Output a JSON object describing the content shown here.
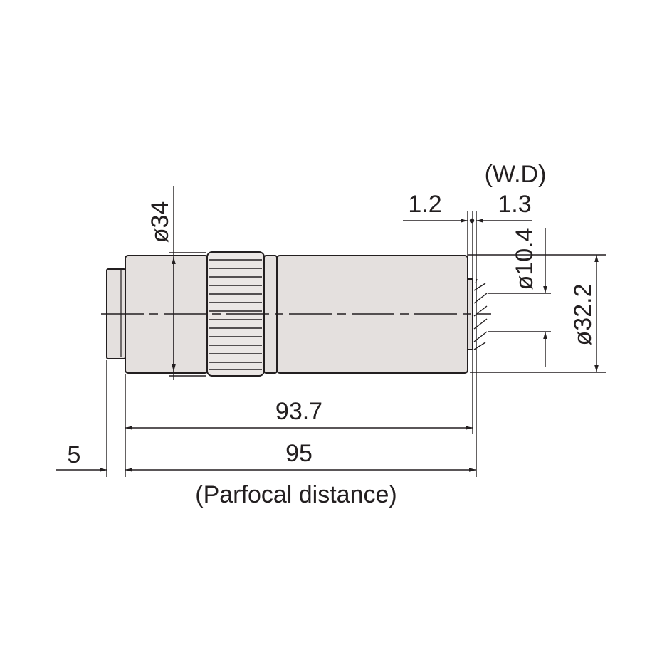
{
  "labels": {
    "dia_34": "ø34",
    "dia_10_4": "ø10.4",
    "dia_32_2": "ø32.2",
    "wd_title": "(W.D)",
    "dim_1_2": "1.2",
    "dim_1_3": "1.3",
    "dim_93_7": "93.7",
    "dim_95": "95",
    "dim_5": "5",
    "parfocal": "(Parfocal distance)"
  },
  "colors": {
    "line": "#231f20",
    "body_fill": "#e4e0de",
    "knurl_fill": "#ebe7e5",
    "background": "#ffffff"
  }
}
